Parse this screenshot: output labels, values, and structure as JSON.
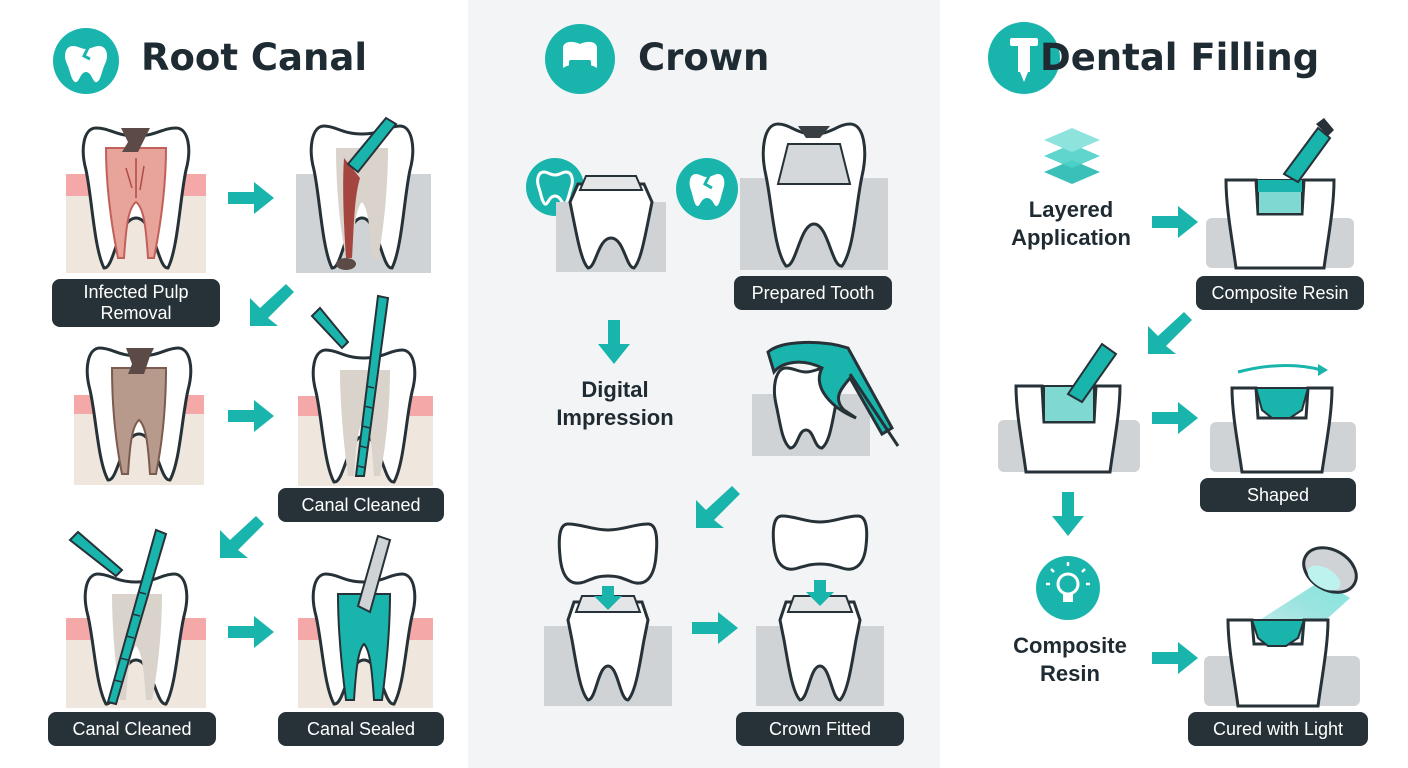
{
  "colors": {
    "teal": "#19b5ad",
    "dark": "#263238",
    "gum": "#f4a9a8",
    "bone": "#efe7dd",
    "grey": "#cfd3d6",
    "decay": "#5b4a45"
  },
  "panels": [
    {
      "title": "Root Canal",
      "badge_icon": "tooth-icon",
      "labels": {
        "infected": "Infected Pulp Removal",
        "cleaned_top": "Canal Cleaned",
        "cleaned_bottom": "Canal Cleaned",
        "sealed": "Canal Sealed"
      }
    },
    {
      "title": "Crown",
      "badge_icon": "crown-icon",
      "labels": {
        "prepared": "Prepared Tooth",
        "impression": "Digital Impression",
        "fitted": "Crown Fitted"
      }
    },
    {
      "title": "Dental Filling",
      "badge_icon": "syringe-icon",
      "labels": {
        "layered": "Layered Application",
        "resin_top": "Composite Resin",
        "shaped": "Shaped",
        "resin_bottom": "Composite Resin",
        "cured": "Cured with Light"
      }
    }
  ]
}
